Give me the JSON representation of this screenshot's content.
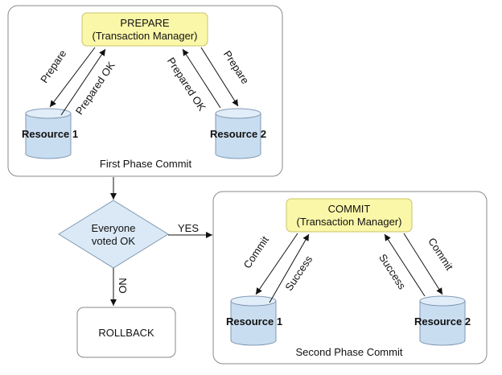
{
  "phase1": {
    "caption": "First Phase Commit",
    "manager": {
      "title": "PREPARE",
      "subtitle": "(Transaction Manager)"
    },
    "resource1": "Resource 1",
    "resource2": "Resource 2",
    "arrows": {
      "left_down": "Prepare",
      "left_up": "Prepared OK",
      "right_up": "Prepared OK",
      "right_down": "Prepare"
    }
  },
  "decision": {
    "line1": "Everyone",
    "line2": "voted OK",
    "yes": "YES",
    "no": "NO"
  },
  "rollback": "ROLLBACK",
  "phase2": {
    "caption": "Second Phase Commit",
    "manager": {
      "title": "COMMIT",
      "subtitle": "(Transaction Manager)"
    },
    "resource1": "Resource 1",
    "resource2": "Resource 2",
    "arrows": {
      "left_down": "Commit",
      "left_up": "Success",
      "right_up": "Success",
      "right_down": "Commit"
    }
  },
  "colors": {
    "manager_fill": "#fbf7a8",
    "resource_fill": "#c9ddf0",
    "decision_fill": "#dbe9f6"
  }
}
